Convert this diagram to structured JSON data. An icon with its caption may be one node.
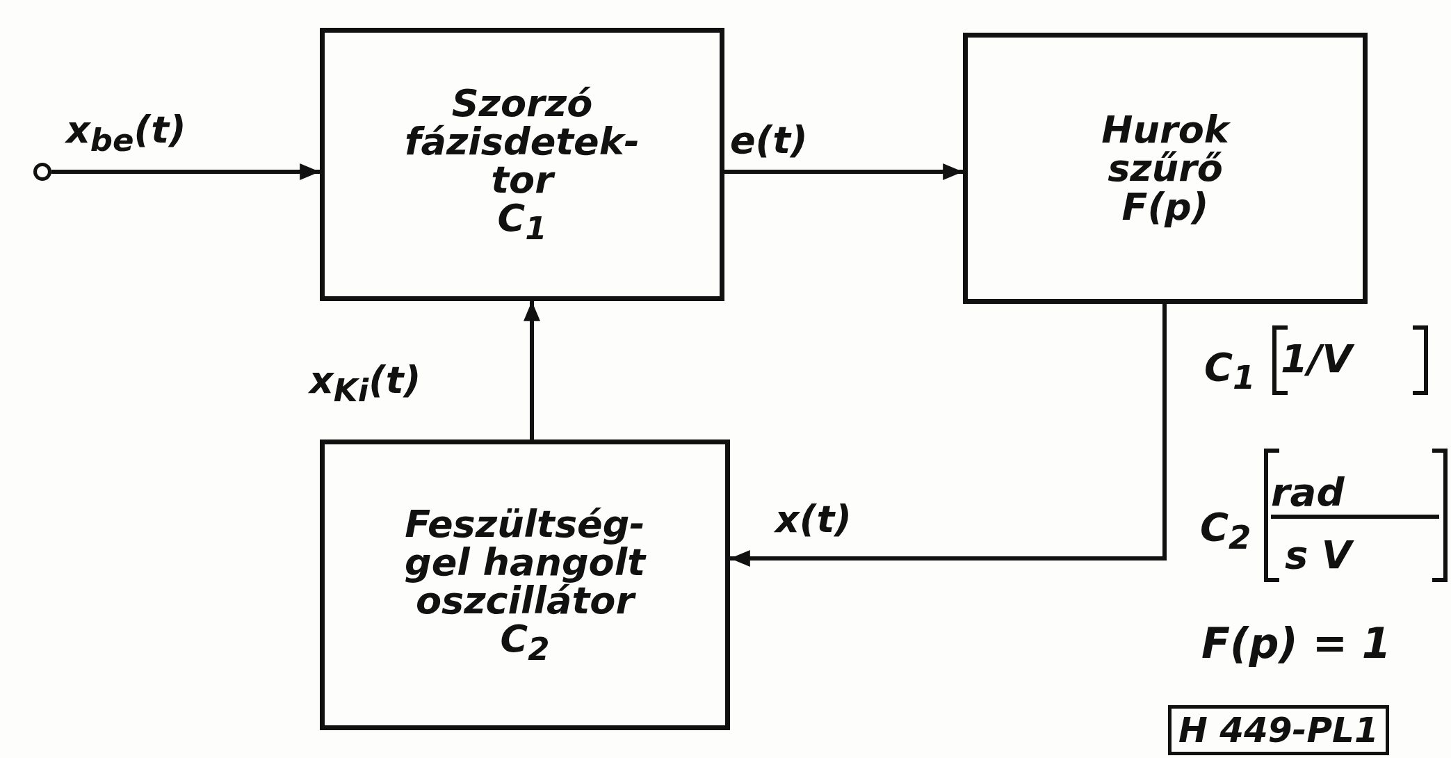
{
  "diagram": {
    "nodes": [
      {
        "text": [],
        "shape": "circle"
      },
      {
        "text": [
          "Szorzó fázisdetek- tor",
          "C$_{1}$"
        ]
      },
      {
        "text": [
          "Hurok szűrő",
          "F(p)"
        ]
      },
      {
        "text": [
          "Feszültség- gel hangolt oszcillátor",
          "C$_{2}$"
        ]
      }
    ],
    "edges": [
      {
        "from": 0,
        "to": 1,
        "arrow": "to",
        "label": "x$_{be}$(t)"
      },
      {
        "from": 1,
        "to": 2,
        "arrow": "to",
        "label": "e(t)"
      },
      {
        "from": 2,
        "to": 3,
        "arrow": "to",
        "label": "x(t)"
      },
      {
        "from": 3,
        "to": 1,
        "arrow": "to",
        "label": "x$_{Ki}$(t)"
      }
    ],
    "labels": [
      "C$_{1}$",
      "1/V",
      "C$_{2}$",
      "rad",
      "s V",
      "F(p) = 1",
      "H 449-PL1"
    ]
  }
}
